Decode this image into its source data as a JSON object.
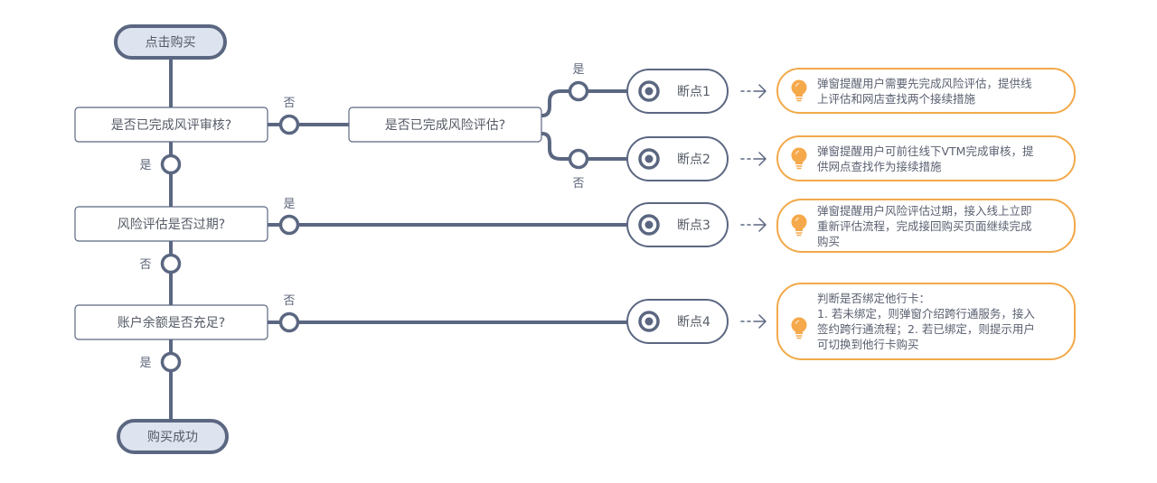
{
  "colors": {
    "line": "#5b6781",
    "terminal_fill": "#dde3ef",
    "note_border": "#f2a94a",
    "bulb": "#f5a94b",
    "text": "#555b66"
  },
  "start": {
    "label": "点击购买"
  },
  "end": {
    "label": "购买成功"
  },
  "decisions": [
    {
      "label": "是否已完成风评审核?"
    },
    {
      "label": "是否已完成风险评估?"
    },
    {
      "label": "风险评估是否过期?"
    },
    {
      "label": "账户余额是否充足?"
    }
  ],
  "branch_labels": {
    "d1_no": "否",
    "d1_yes": "是",
    "d2_yes": "是",
    "d2_no": "否",
    "d3_yes": "是",
    "d3_no": "否",
    "d4_no": "否",
    "d4_yes": "是"
  },
  "breakpoints": [
    {
      "label": "断点1",
      "icon": "target-icon"
    },
    {
      "label": "断点2",
      "icon": "target-icon"
    },
    {
      "label": "断点3",
      "icon": "target-icon"
    },
    {
      "label": "断点4",
      "icon": "target-icon"
    }
  ],
  "notes": [
    {
      "icon": "lightbulb-icon",
      "lines": [
        "弹窗提醒用户需要先完成风险评估，提供线",
        "上评估和网店查找两个接续措施"
      ]
    },
    {
      "icon": "lightbulb-icon",
      "lines": [
        "弹窗提醒用户可前往线下VTM完成审核，提",
        "供网点查找作为接续措施"
      ]
    },
    {
      "icon": "lightbulb-icon",
      "lines": [
        "弹窗提醒用户风险评估过期，接入线上立即",
        "重新评估流程，完成接回购买页面继续完成",
        "购买"
      ]
    },
    {
      "icon": "lightbulb-icon",
      "lines": [
        "判断是否绑定他行卡：",
        "1. 若未绑定，则弹窗介绍跨行通服务，接入",
        "签约跨行通流程；2. 若已绑定，则提示用户",
        "可切换到他行卡购买"
      ]
    }
  ]
}
